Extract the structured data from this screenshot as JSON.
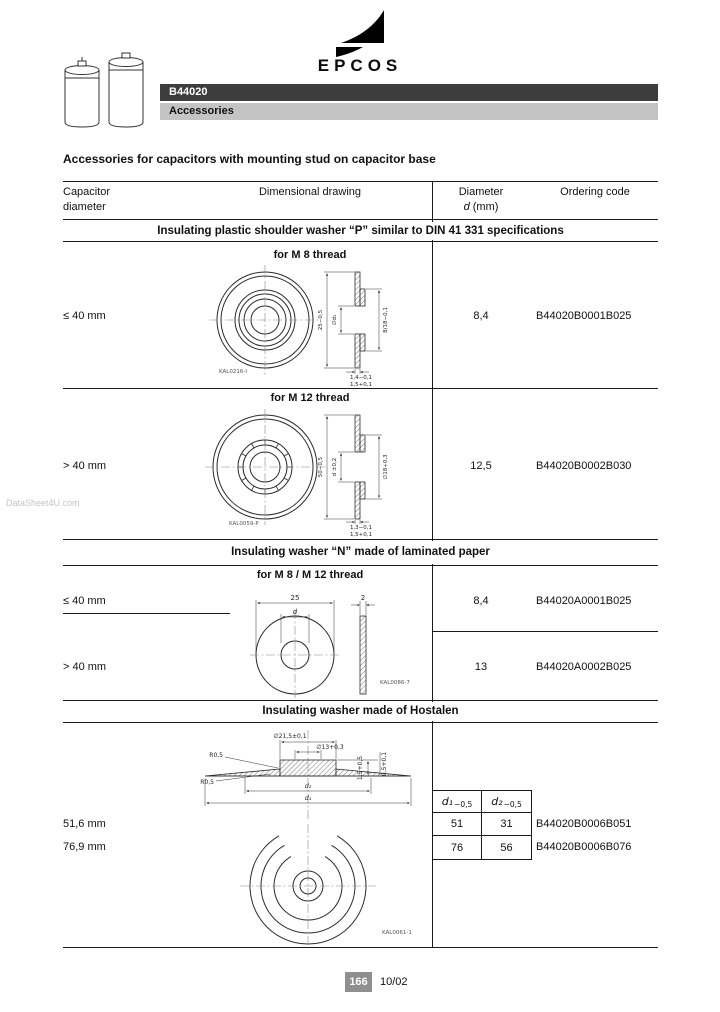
{
  "watermark": "DataSheet4U.com",
  "logo": {
    "brand": "EPCOS"
  },
  "header": {
    "part_number": "B44020",
    "category": "Accessories"
  },
  "page_title": "Accessories for capacitors with mounting stud on capacitor base",
  "columns": {
    "c1a": "Capacitor",
    "c1b": "diameter",
    "c2": "Dimensional drawing",
    "c3a": "Diameter",
    "c3b_i": "d",
    "c3b_rest": " (mm)",
    "c4": "Ordering code"
  },
  "section1": {
    "title": "Insulating plastic shoulder washer “P” similar to DIN 41 331 specifications",
    "rows": [
      {
        "thread": "for M 8 thread",
        "diameter_label": "≤ 40 mm",
        "d": "8,4",
        "code": "B44020B0001B025",
        "drawing_id": "KAL0216-I",
        "dims": {
          "outer": "25−0,5",
          "hole": "∅d₁",
          "right": "8/18−0,1",
          "b1": "1,4−0,1",
          "b2": "1,5+0,1"
        }
      },
      {
        "thread": "for M 12 thread",
        "diameter_label": "> 40 mm",
        "d": "12,5",
        "code": "B44020B0002B030",
        "drawing_id": "KAL0059-P",
        "dims": {
          "outer": "50−0,5",
          "hole": "d ±0,2",
          "right": "∅18+0,3",
          "b1": "1,3−0,1",
          "b2": "1,5+0,1"
        }
      }
    ]
  },
  "section2": {
    "title": "Insulating washer “N” made of laminated paper",
    "thread": "for M 8 / M 12 thread",
    "drawing_id": "KAL0086-7",
    "dims": {
      "outer": "25",
      "hole": "d",
      "thickness": "2"
    },
    "rows": [
      {
        "diameter_label": "≤ 40 mm",
        "d": "8,4",
        "code": "B44020A0001B025"
      },
      {
        "diameter_label": "> 40 mm",
        "d": "13",
        "code": "B44020A0002B025"
      }
    ]
  },
  "section3": {
    "title": "Insulating washer made of Hostalen",
    "drawing_id": "KAL0061-1",
    "dims": {
      "top1": "∅21,5±0,1",
      "top2": "∅13+0,3",
      "r1": "R0,5",
      "r2": "R0,5",
      "right1": "1,5+0,5",
      "right2": "0,5+0,1",
      "d1": "d₁",
      "d2": "d₂"
    },
    "subtable": {
      "h1_sym": "d₁",
      "h1_tol": "−0,5",
      "h2_sym": "d₂",
      "h2_tol": "−0,5",
      "rows": [
        [
          "51",
          "31"
        ],
        [
          "76",
          "56"
        ]
      ]
    },
    "rows": [
      {
        "diameter_label": "51,6 mm",
        "code": "B44020B0006B051"
      },
      {
        "diameter_label": "76,9 mm",
        "code": "B44020B0006B076"
      }
    ]
  },
  "footer": {
    "page": "166",
    "date": "10/02"
  }
}
